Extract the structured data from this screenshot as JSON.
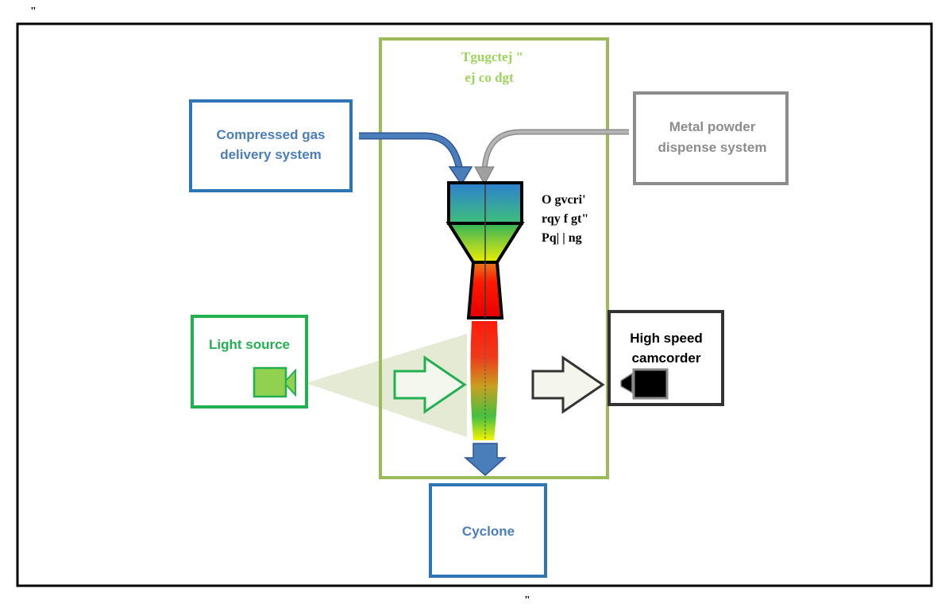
{
  "top_mark": "\"",
  "bottom_mark": "\"",
  "chamber_label": {
    "line1": "Tgugctej \"",
    "line2": "ej co dgt"
  },
  "gas_label": {
    "line1": "Compressed gas",
    "line2": "delivery system"
  },
  "powder_label": {
    "line1": "Metal powder",
    "line2": "dispense system"
  },
  "nozzle_label": {
    "line1": "O gvcri'",
    "line2": "rqy f gt\"",
    "line3": "Pq| | ng"
  },
  "light_label": "Light source",
  "camera_label": {
    "line1": "High speed",
    "line2": "camcorder"
  },
  "cyclone_label": "Cyclone",
  "colors": {
    "frame": "#000000",
    "chamber_border": "#9bbb59",
    "chamber_text": "#9bd45a",
    "gas_border": "#2e75b6",
    "gas_text": "#4a7ebb",
    "powder_border": "#8c8c8c",
    "powder_text": "#8c8c8c",
    "light_border": "#22b050",
    "light_text": "#22b050",
    "camera_border": "#333333",
    "cyclone_border": "#2e75b6",
    "cyclone_text": "#4a7ebb"
  }
}
